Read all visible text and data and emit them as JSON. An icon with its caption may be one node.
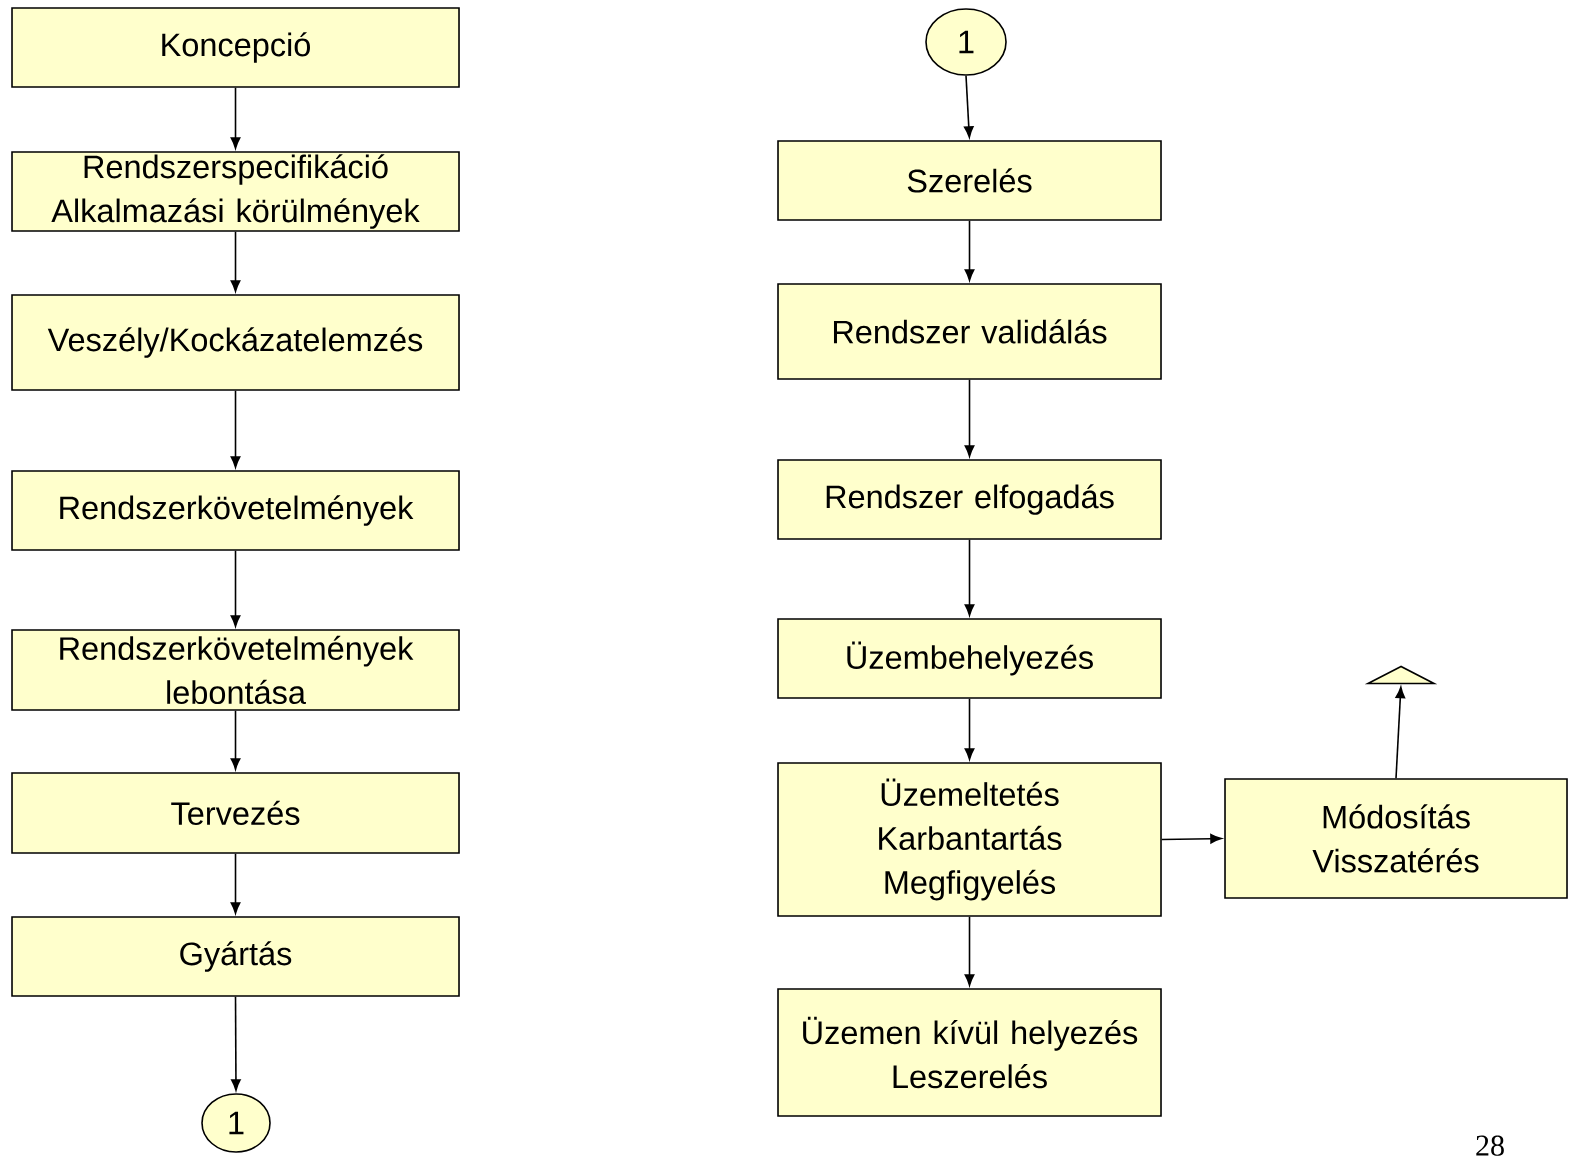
{
  "diagram": {
    "nodes": [
      {
        "text": [
          "Koncepció"
        ]
      },
      {
        "text": [
          "Rendszerspecifikáció",
          "Alkalmazási körülmények"
        ]
      },
      {
        "text": [
          "Veszély/Kockázatelemzés"
        ]
      },
      {
        "text": [
          "Rendszerkövetelmények"
        ]
      },
      {
        "text": [
          "Rendszerkövetelmények lebontása"
        ]
      },
      {
        "text": [
          "Tervezés"
        ]
      },
      {
        "text": [
          "Gyártás"
        ]
      },
      {
        "text": [
          "1"
        ]
      },
      {
        "text": [
          "1"
        ]
      },
      {
        "text": [
          "Szerelés"
        ]
      },
      {
        "text": [
          "Rendszer validálás"
        ]
      },
      {
        "text": [
          "Rendszer elfogadás"
        ]
      },
      {
        "text": [
          "Üzembehelyezés"
        ]
      },
      {
        "text": [
          "Üzemeltetés",
          "Karbantartás",
          "Megfigyelés"
        ]
      },
      {
        "text": [
          "Módosítás",
          "Visszatérés"
        ]
      },
      {
        "text": [],
        "shape": "triangle"
      },
      {
        "text": [
          "Üzemen kívül helyezés",
          "Leszerelés"
        ]
      }
    ],
    "edges": [
      {
        "from": 0,
        "to": 1,
        "arrow": "to"
      },
      {
        "from": 1,
        "to": 2,
        "arrow": "to"
      },
      {
        "from": 2,
        "to": 3,
        "arrow": "to"
      },
      {
        "from": 3,
        "to": 4,
        "arrow": "to"
      },
      {
        "from": 4,
        "to": 5,
        "arrow": "to"
      },
      {
        "from": 5,
        "to": 6,
        "arrow": "to"
      },
      {
        "from": 6,
        "to": 7,
        "arrow": "to"
      },
      {
        "from": 8,
        "to": 9,
        "arrow": "to"
      },
      {
        "from": 9,
        "to": 10,
        "arrow": "to"
      },
      {
        "from": 10,
        "to": 11,
        "arrow": "to"
      },
      {
        "from": 11,
        "to": 12,
        "arrow": "to"
      },
      {
        "from": 12,
        "to": 13,
        "arrow": "to"
      },
      {
        "from": 13,
        "to": 14,
        "arrow": "to"
      },
      {
        "from": 14,
        "to": 15,
        "arrow": "to"
      },
      {
        "from": 13,
        "to": 16,
        "arrow": "to"
      }
    ],
    "labels": [
      "28"
    ]
  }
}
